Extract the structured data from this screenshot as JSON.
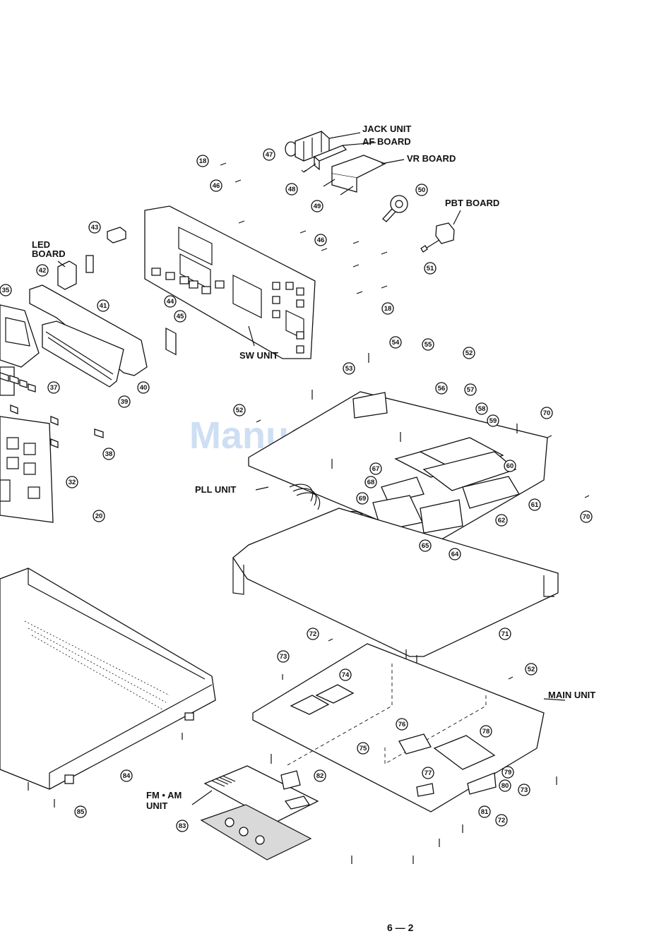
{
  "labels": {
    "jack_unit": "JACK UNIT",
    "af_board": "AF BOARD",
    "vr_board": "VR BOARD",
    "pbt_board": "PBT BOARD",
    "led_board_line1": "LED",
    "led_board_line2": "BOARD",
    "sw_unit": "SW UNIT",
    "pll_unit": "PLL UNIT",
    "main_unit": "MAIN UNIT",
    "fm_am_unit_line1": "FM • AM",
    "fm_am_unit_line2": "UNIT"
  },
  "callouts": {
    "c18a": "18",
    "c18b": "18",
    "c20": "20",
    "c32": "32",
    "c35": "35",
    "c37": "37",
    "c38": "38",
    "c39": "39",
    "c40": "40",
    "c41": "41",
    "c42": "42",
    "c43": "43",
    "c44": "44",
    "c45": "45",
    "c46a": "46",
    "c46b": "46",
    "c47": "47",
    "c48": "48",
    "c49": "49",
    "c50": "50",
    "c51": "51",
    "c52a": "52",
    "c52b": "52",
    "c52c": "52",
    "c53": "53",
    "c54": "54",
    "c55": "55",
    "c56": "56",
    "c57": "57",
    "c58": "58",
    "c59": "59",
    "c60": "60",
    "c61": "61",
    "c62": "62",
    "c64": "64",
    "c65": "65",
    "c67": "67",
    "c68": "68",
    "c69": "69",
    "c70a": "70",
    "c70b": "70",
    "c71": "71",
    "c72a": "72",
    "c72b": "72",
    "c73a": "73",
    "c73b": "73",
    "c74": "74",
    "c75": "75",
    "c76": "76",
    "c77": "77",
    "c78": "78",
    "c79": "79",
    "c80": "80",
    "c81": "81",
    "c82": "82",
    "c83": "83",
    "c84": "84",
    "c85": "85"
  },
  "watermark": "ManualsLib.com",
  "page_number": "6 — 2"
}
